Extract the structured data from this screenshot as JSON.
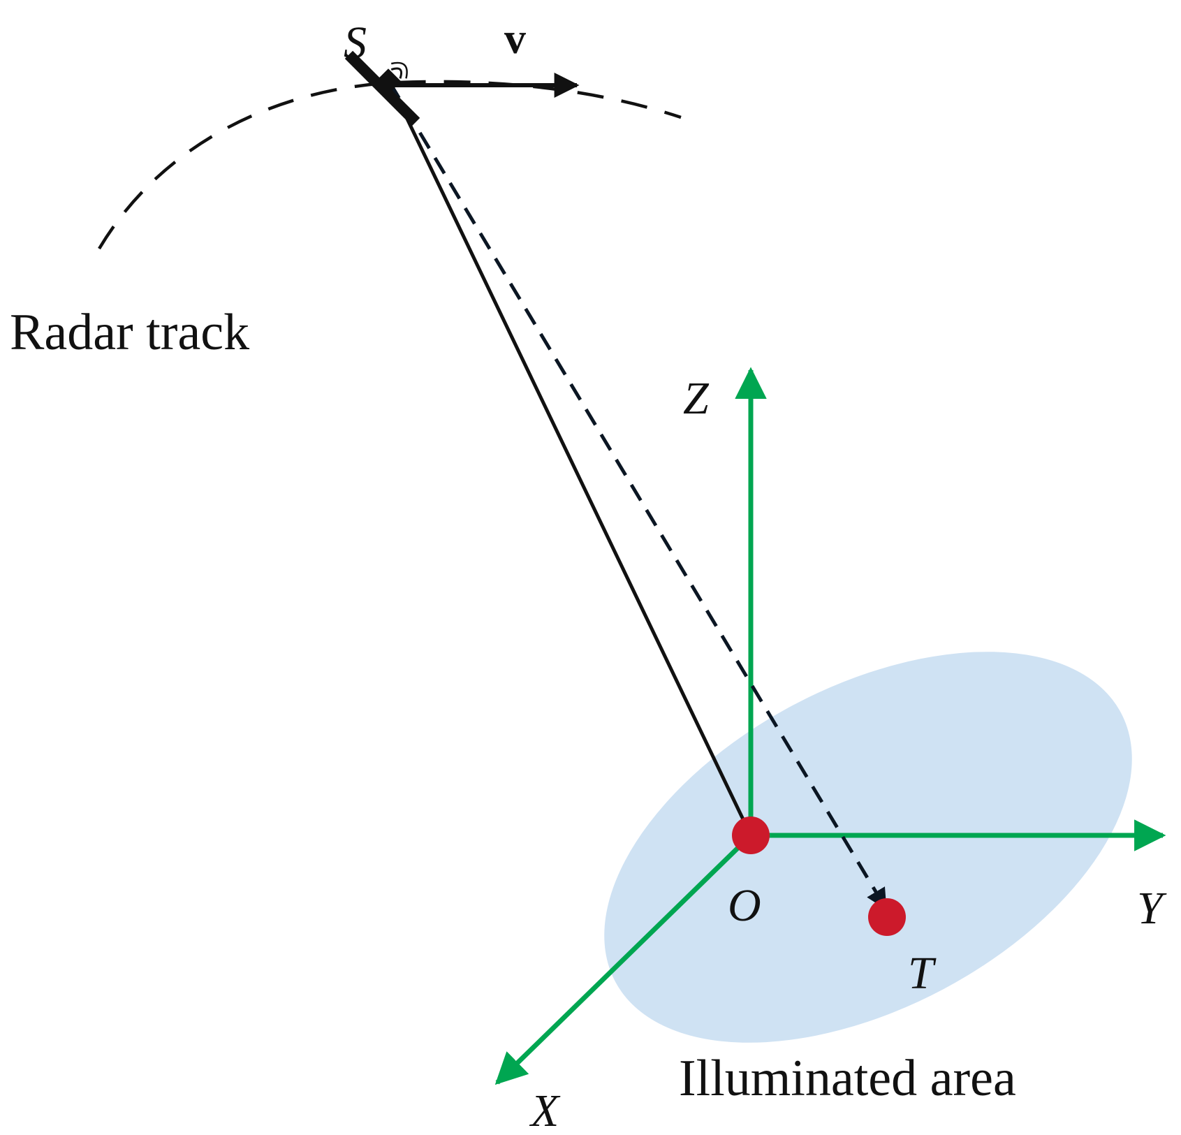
{
  "labels": {
    "satellite": "S",
    "velocity": "v",
    "radar_track": "Radar track",
    "axis_z": "Z",
    "axis_y": "Y",
    "axis_x": "X",
    "origin": "O",
    "target": "T",
    "illuminated_area": "Illuminated area"
  },
  "colors": {
    "axis": "#00a651",
    "point": "#cc1a2b",
    "area": "#cfe2f3",
    "line": "#111111"
  }
}
